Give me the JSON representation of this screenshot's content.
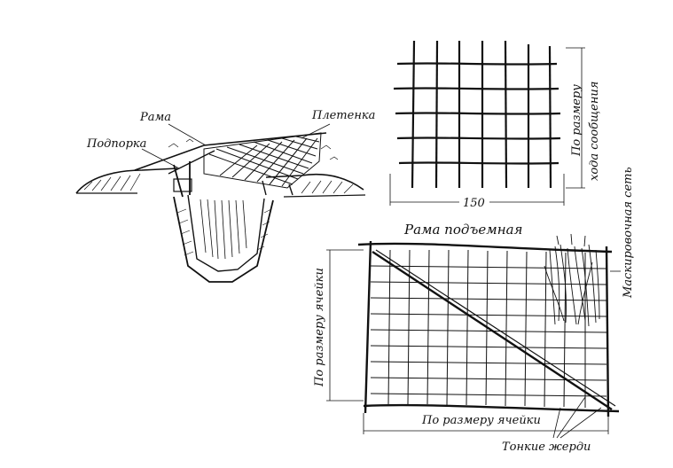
{
  "labels": {
    "frame": "Рама",
    "prop": "Подпорка",
    "wattle": "Плетенка",
    "width_value": "150",
    "by_trench_size_1": "По размеру",
    "by_trench_size_2": "хода сообщения",
    "lifting_frame": "Рама подъемная",
    "camouflage_net": "Маскировочная сеть",
    "by_cell_size_vertical": "По размеру ячейки",
    "by_cell_size_horizontal": "По размеру ячейки",
    "thin_poles": "Тонкие жерди"
  }
}
